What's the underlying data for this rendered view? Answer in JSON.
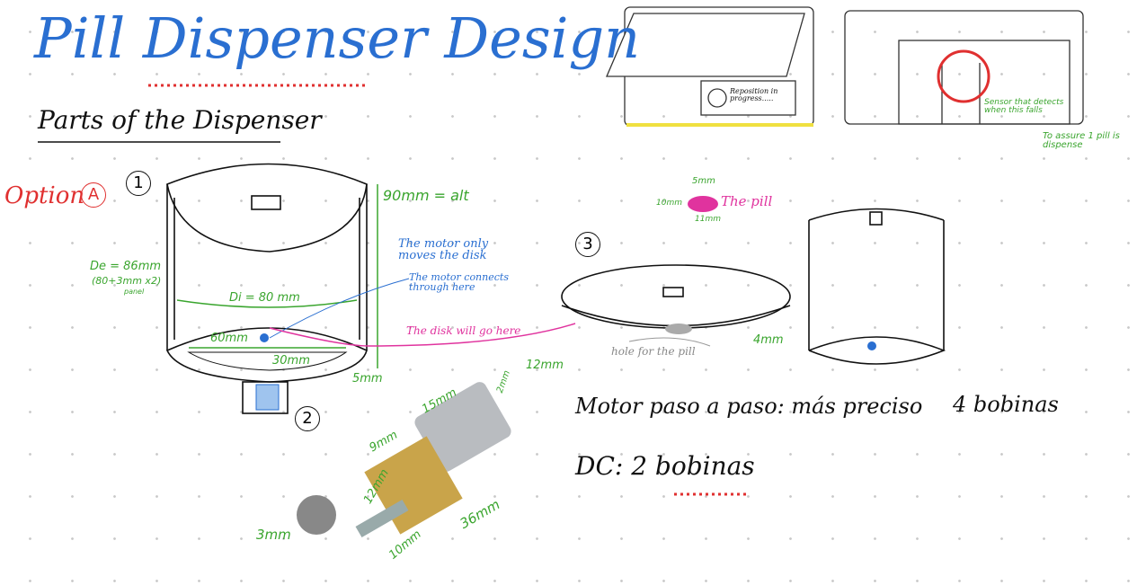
{
  "title": "Pill Dispenser Design",
  "subtitle": "Parts of the Dispenser",
  "option": {
    "label": "Option",
    "letter": "A"
  },
  "part_numbers": [
    "1",
    "2",
    "3"
  ],
  "container": {
    "height": "90mm = alt",
    "outer_diameter": "De = 86mm",
    "outer_formula": "(80+3mm x2)",
    "outer_note": "panel",
    "inner_diameter": "Di = 80 mm",
    "opening_width": "60mm",
    "opening_depth": "30mm",
    "base": "5mm"
  },
  "notes": {
    "motor_moves": "The motor only moves the disk",
    "motor_connects": "The motor connects through here",
    "disk_here": "The disk will go here",
    "hole": "hole for the pill",
    "disk_thickness": "4mm"
  },
  "pill": {
    "width": "5mm",
    "height": "10mm",
    "length": "11mm",
    "label": "The pill"
  },
  "motor_dims": [
    "12mm",
    "2mm",
    "15mm",
    "9mm",
    "12mm",
    "36mm",
    "10mm",
    "3mm"
  ],
  "motor_notes": {
    "stepper": "Motor paso a paso: más preciso",
    "stepper_coils": "4 bobinas",
    "dc": "DC: 2 bobinas"
  },
  "concept_sketches": {
    "screen_text": "Reposition in progress.....",
    "sensor_note": "Sensor that detects when this falls",
    "assure_note": "To assure 1 pill is dispense"
  },
  "colors": {
    "title": "#2a6fd1",
    "dimension": "#3aa52e",
    "note_blue": "#2a6fd1",
    "note_pink": "#e0339e",
    "highlight_red": "#e03030",
    "yellow": "#f0e040"
  }
}
